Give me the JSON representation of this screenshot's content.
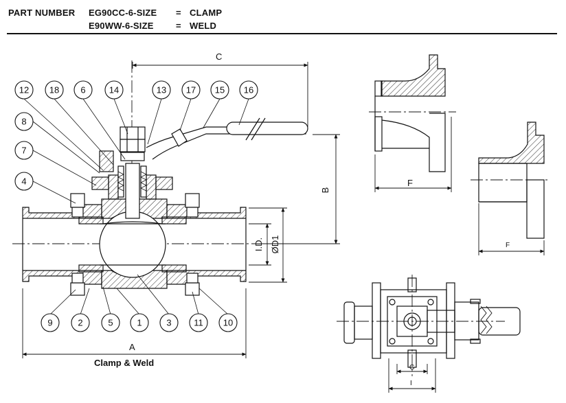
{
  "header": {
    "line1_part": "PART NUMBER",
    "line1_code": "EG90CC-6-SIZE",
    "line1_eq": "=",
    "line1_type": "CLAMP",
    "line2_code": "E90WW-6-SIZE",
    "line2_eq": "=",
    "line2_type": "WELD"
  },
  "dimensions": {
    "C": "C",
    "B": "B",
    "A": "A",
    "ID": "I.D.",
    "D1": "ØD1",
    "F_top": "F",
    "F_bottom": "F",
    "G": "G",
    "I": "I"
  },
  "caption": "Clamp & Weld",
  "balloons_top": [
    "12",
    "18",
    "6",
    "14",
    "13",
    "17",
    "15",
    "16"
  ],
  "balloons_left": [
    "8",
    "7",
    "4"
  ],
  "balloons_bottom": [
    "9",
    "2",
    "5",
    "1",
    "3",
    "11",
    "10"
  ]
}
